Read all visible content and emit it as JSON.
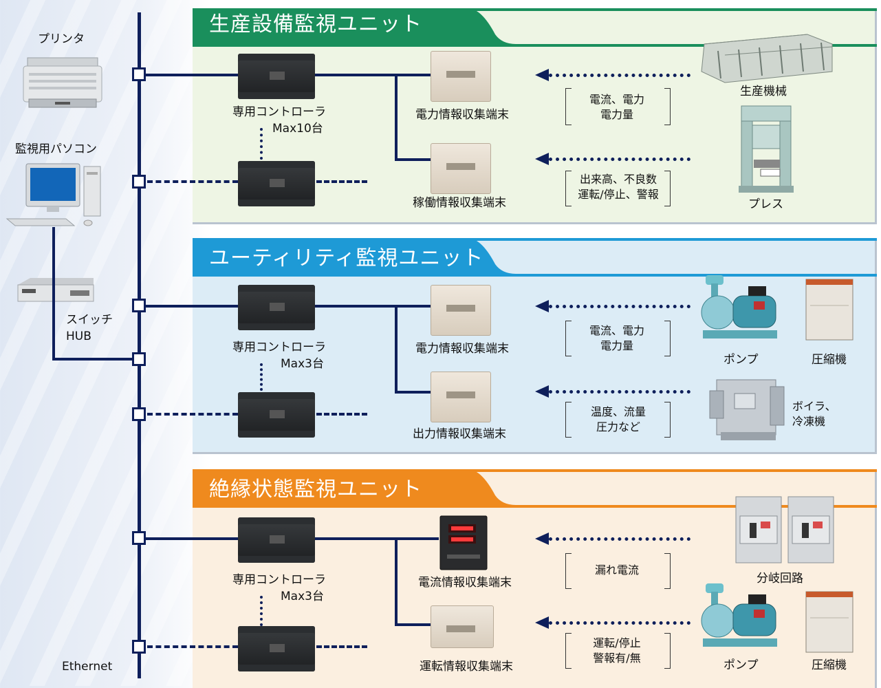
{
  "devices": {
    "printer": "プリンタ",
    "pc": "監視用パソコン",
    "switch_line1": "スイッチ",
    "switch_line2": "HUB",
    "ethernet": "Ethernet"
  },
  "sections": [
    {
      "title": "生産設備監視ユニット",
      "color": "#1a8f5c",
      "bg": "#eef5e4",
      "controller_label": "専用コントローラ",
      "controller_max": "Max10台",
      "terminal1": "電力情報収集端末",
      "terminal2": "稼働情報収集端末",
      "signal1": "電流、電力\n電力量",
      "signal2": "出来高、不良数\n運転/停止、警報",
      "equip1": "生産機械",
      "equip2": "プレス"
    },
    {
      "title": "ユーティリティ監視ユニット",
      "color": "#1e9ad6",
      "bg": "#dcecf6",
      "controller_label": "専用コントローラ",
      "controller_max": "Max3台",
      "terminal1": "電力情報収集端末",
      "terminal2": "出力情報収集端末",
      "signal1": "電流、電力\n電力量",
      "signal2": "温度、流量\n圧力など",
      "equip1a": "ポンプ",
      "equip1b": "圧縮機",
      "equip2": "ボイラ、\n冷凍機"
    },
    {
      "title": "絶縁状態監視ユニット",
      "color": "#ef8a1e",
      "bg": "#fbefe0",
      "controller_label": "専用コントローラ",
      "controller_max": "Max3台",
      "terminal1": "電流情報収集端末",
      "terminal2": "運転情報収集端末",
      "signal1": "漏れ電流",
      "signal2": "運転/停止\n警報有/無",
      "equip1": "分岐回路",
      "equip2a": "ポンプ",
      "equip2b": "圧縮機"
    }
  ]
}
